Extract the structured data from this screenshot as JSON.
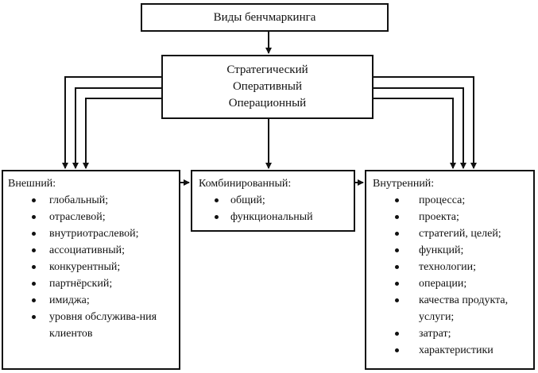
{
  "title": "Виды бенчмаркинга",
  "levels": [
    "Стратегический",
    "Оперативный",
    "Операционный"
  ],
  "external": {
    "heading": "Внешний:",
    "items": [
      "глобальный;",
      "отраслевой;",
      "внутриотраслевой;",
      "ассоциативный;",
      "конкурентный;",
      "партнёрский;",
      "имиджа;",
      "уровня обслужива-ния клиентов"
    ]
  },
  "combined": {
    "heading": "Комбинированный:",
    "items": [
      "общий;",
      "функциональный"
    ]
  },
  "internal": {
    "heading": "Внутренний:",
    "items": [
      "процесса;",
      "проекта;",
      "стратегий, целей;",
      "функций;",
      "технологии;",
      "операции;",
      "качества продукта, услуги;",
      "затрат;",
      "характеристики"
    ]
  }
}
